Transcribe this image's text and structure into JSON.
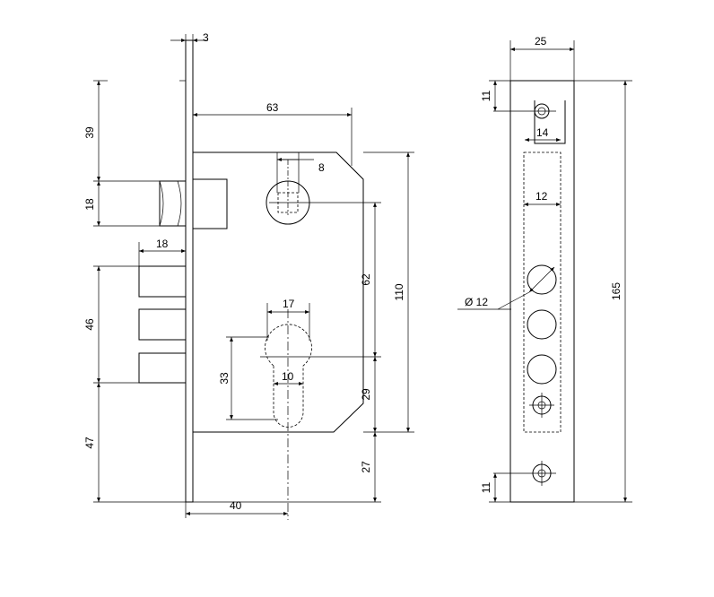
{
  "drawing": {
    "front_view": {
      "faceplate_thickness": "3",
      "backset": "63",
      "spindle_square": "8",
      "latch_top_gap": "39",
      "latch_height": "18",
      "latch_projection": "18",
      "deadbolt_span": "46",
      "bottom_to_bolts": "47",
      "spindle_to_cylinder": "62",
      "case_height": "110",
      "cylinder_width": "17",
      "cylinder_height": "33",
      "cylinder_slot": "10",
      "cylinder_to_case_bottom": "29",
      "case_bottom_to_plate_end": "27",
      "cylinder_offset": "40"
    },
    "side_view": {
      "plate_width": "25",
      "top_hole_offset": "11",
      "top_slot_width": "14",
      "inner_width": "12",
      "bolt_hole_diameter": "Ø 12",
      "plate_height": "165",
      "bottom_hole_offset": "11"
    }
  }
}
